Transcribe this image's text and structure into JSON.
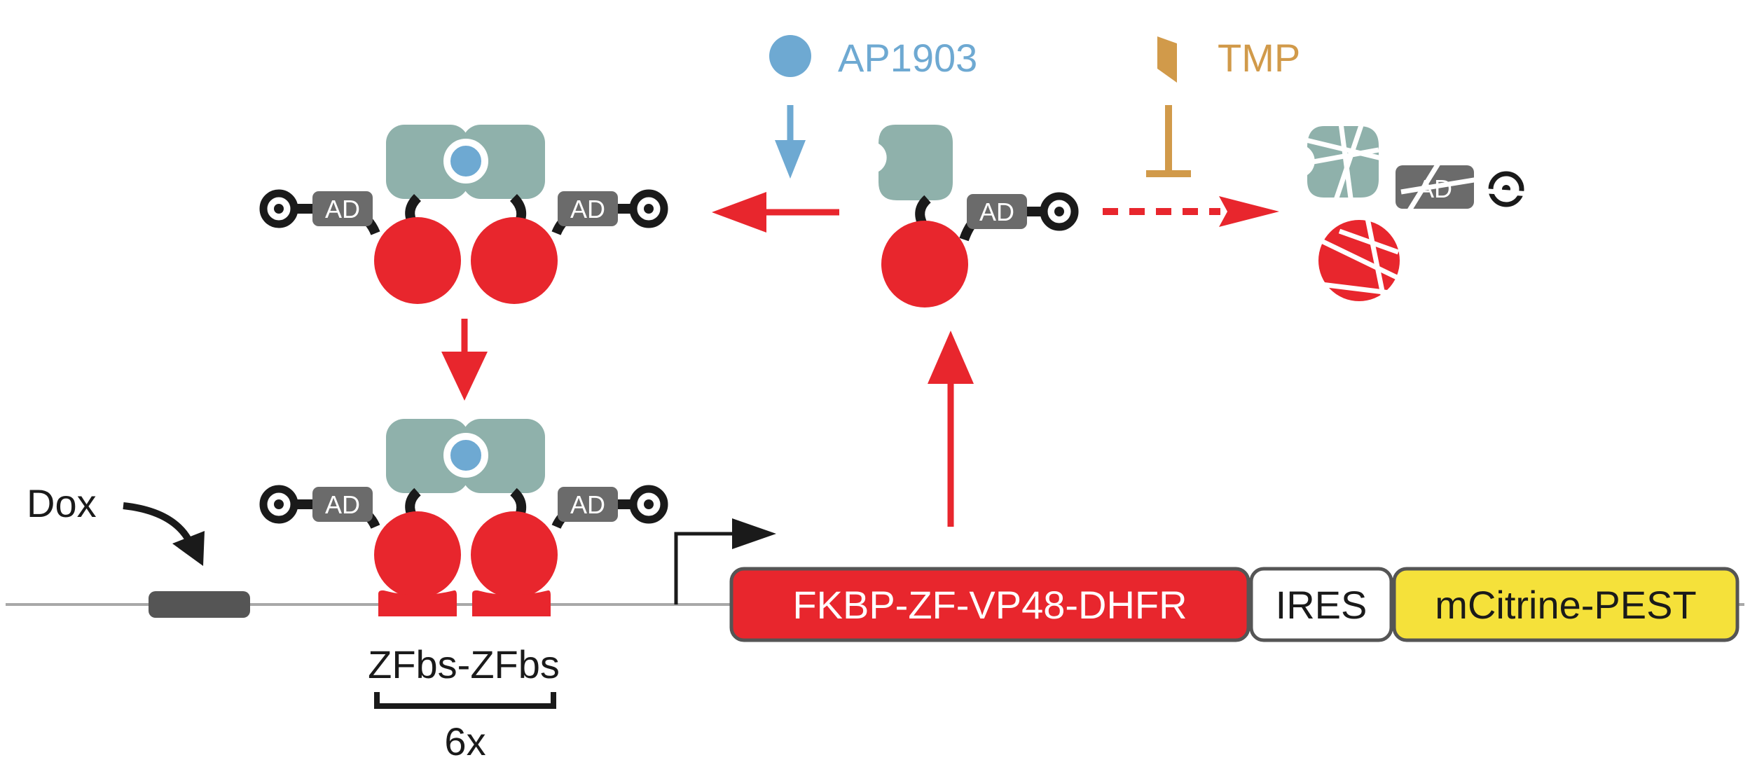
{
  "labels": {
    "ap1903": "AP1903",
    "tmp": "TMP",
    "dox": "Dox",
    "zfbs": "ZFbs-ZFbs",
    "repeat": "6x",
    "ad": "AD"
  },
  "construct": {
    "gene1": "FKBP-ZF-VP48-DHFR",
    "ires": "IRES",
    "reporter": "mCitrine-PEST"
  },
  "colors": {
    "protein_red": "#e8262d",
    "fkbp_teal": "#8fb1ab",
    "ad_gray": "#6b6b6b",
    "ap1903_blue": "#6ea9d2",
    "tmp_gold": "#d19a4a",
    "reporter_yellow": "#f5e13a",
    "dna_gray": "#a8a8a8",
    "dark": "#1a1a1a"
  }
}
